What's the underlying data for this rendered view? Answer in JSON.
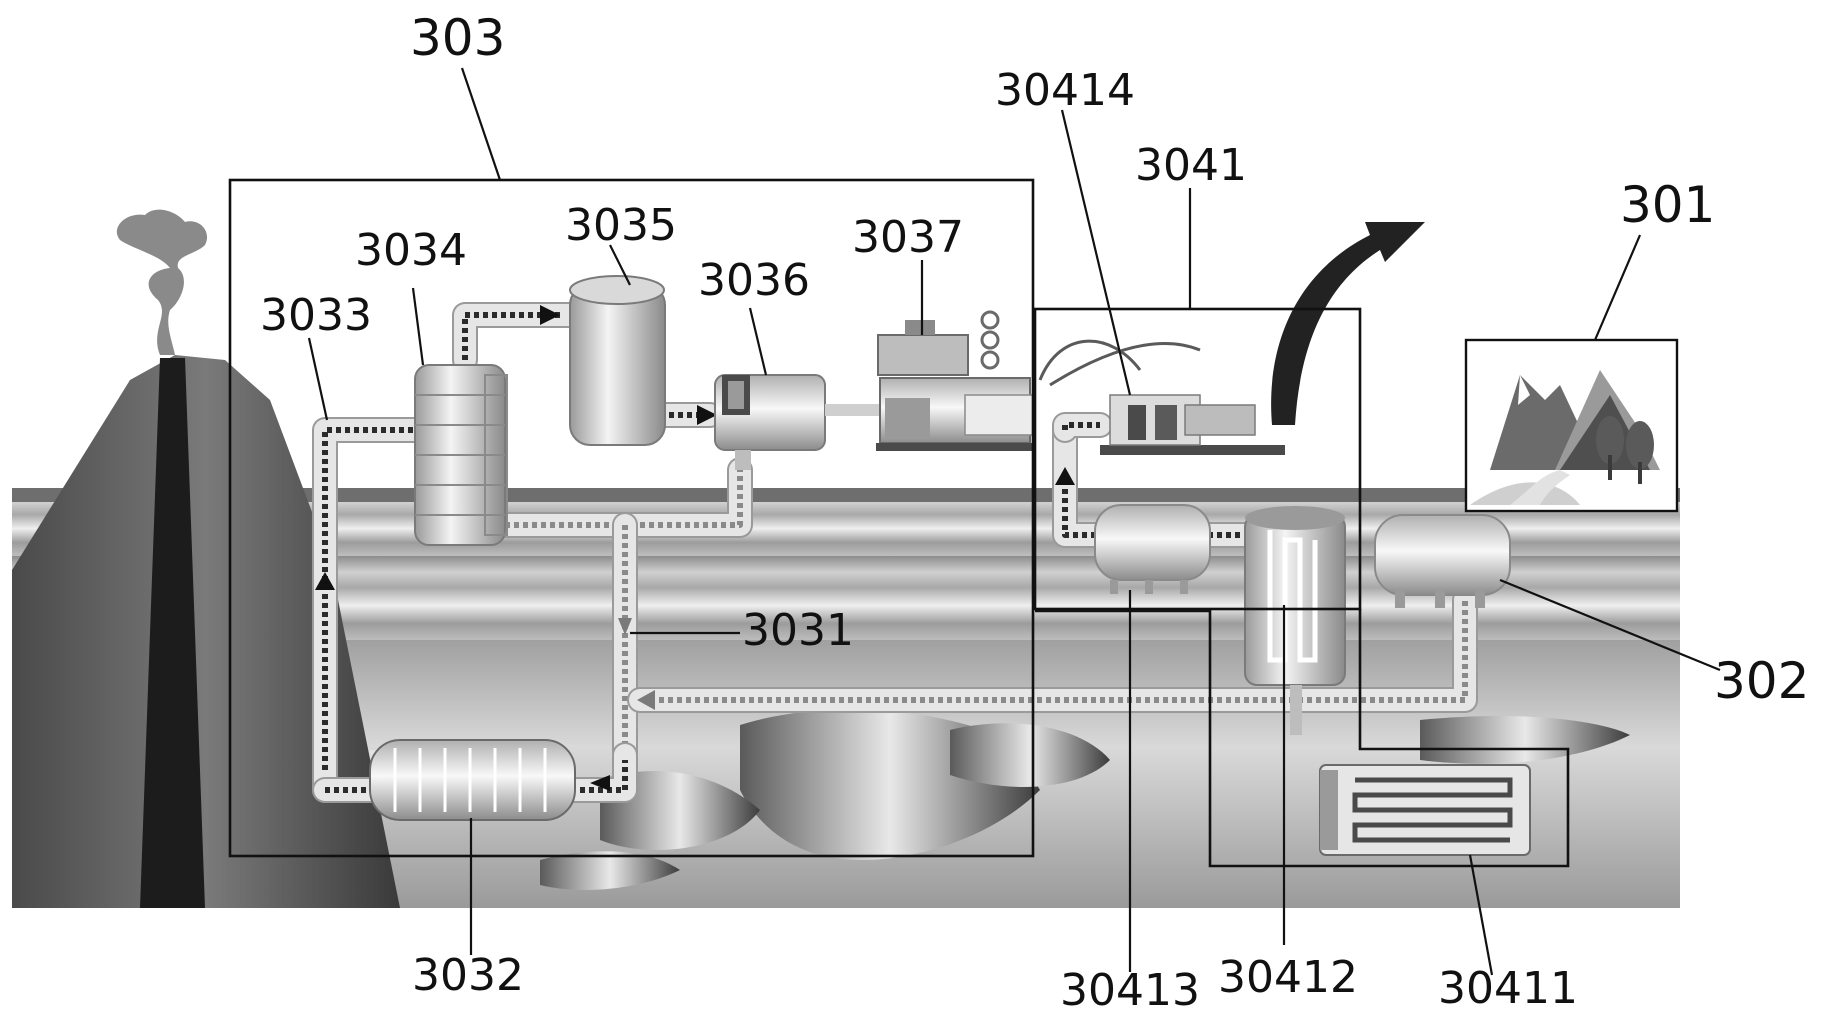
{
  "labels": {
    "l303": "303",
    "l3033": "3033",
    "l3034": "3034",
    "l3035": "3035",
    "l3036": "3036",
    "l3037": "3037",
    "l3031": "3031",
    "l3032": "3032",
    "l30414": "30414",
    "l3041": "3041",
    "l301": "301",
    "l302": "302",
    "l30413": "30413",
    "l30412": "30412",
    "l30411": "30411"
  },
  "colors": {
    "ink": "#111111",
    "ground": "#7a7a7a",
    "volcano": "#2e2e2e",
    "pipe": "#e6e6e6"
  },
  "icons": {
    "volcano": "volcano-icon",
    "mountains": "mountain-landscape-icon",
    "arrow": "curved-up-arrow-icon"
  }
}
